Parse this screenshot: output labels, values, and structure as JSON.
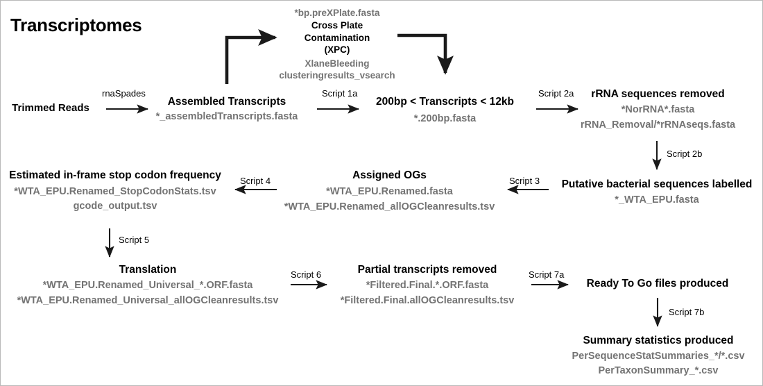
{
  "diagram": {
    "title": "Transcriptomes",
    "accent_color": "#000000",
    "file_text_color": "#737373",
    "border_color": "#b9b9b9",
    "background": "#ffffff"
  },
  "nodes": [
    {
      "id": "trimmed-reads",
      "title": "Trimmed Reads",
      "files": []
    },
    {
      "id": "assembled-transcripts",
      "title": "Assembled Transcripts",
      "files": [
        "*_assembledTranscripts.fasta"
      ]
    },
    {
      "id": "cross-plate-contamination",
      "pre_file": "*bp.preXPlate.fasta",
      "title_lines": [
        "Cross Plate",
        "Contamination",
        "(XPC)"
      ],
      "files": [
        "XlaneBleeding",
        "clusteringresults_vsearch"
      ]
    },
    {
      "id": "size-filtered-transcripts",
      "title": "200bp < Transcripts < 12kb",
      "files": [
        "*.200bp.fasta"
      ]
    },
    {
      "id": "rrna-removed",
      "title": "rRNA sequences removed",
      "files": [
        "*NorRNA*.fasta",
        "rRNA_Removal/*rRNAseqs.fasta"
      ]
    },
    {
      "id": "bacterial-labelled",
      "title": "Putative bacterial sequences labelled",
      "files": [
        "*_WTA_EPU.fasta"
      ]
    },
    {
      "id": "assigned-ogs",
      "title": "Assigned OGs",
      "files": [
        "*WTA_EPU.Renamed.fasta",
        "*WTA_EPU.Renamed_allOGCleanresults.tsv"
      ]
    },
    {
      "id": "stop-codon-frequency",
      "title": "Estimated in-frame stop codon frequency",
      "files": [
        "*WTA_EPU.Renamed_StopCodonStats.tsv",
        "gcode_output.tsv"
      ]
    },
    {
      "id": "translation",
      "title": "Translation",
      "files": [
        "*WTA_EPU.Renamed_Universal_*.ORF.fasta",
        "*WTA_EPU.Renamed_Universal_allOGCleanresults.tsv"
      ]
    },
    {
      "id": "partial-transcripts-removed",
      "title": "Partial transcripts removed",
      "files": [
        "*Filtered.Final.*.ORF.fasta",
        "*Filtered.Final.allOGCleanresults.tsv"
      ]
    },
    {
      "id": "ready-to-go",
      "title": "Ready To Go files produced",
      "files": []
    },
    {
      "id": "summary-statistics",
      "title": "Summary statistics produced",
      "files": [
        "PerSequenceStatSummaries_*/*.csv",
        "PerTaxonSummary_*.csv"
      ]
    }
  ],
  "edges": [
    {
      "id": "rnaspades",
      "label": "rnaSpades",
      "from": "trimmed-reads",
      "to": "assembled-transcripts"
    },
    {
      "id": "script-1a",
      "label": "Script 1a",
      "from": "assembled-transcripts",
      "to": "size-filtered-transcripts"
    },
    {
      "id": "xpc-out",
      "label": "",
      "from": "assembled-transcripts",
      "to": "cross-plate-contamination"
    },
    {
      "id": "xpc-in",
      "label": "",
      "from": "cross-plate-contamination",
      "to": "size-filtered-transcripts"
    },
    {
      "id": "script-2a",
      "label": "Script 2a",
      "from": "size-filtered-transcripts",
      "to": "rrna-removed"
    },
    {
      "id": "script-2b",
      "label": "Script 2b",
      "from": "rrna-removed",
      "to": "bacterial-labelled"
    },
    {
      "id": "script-3",
      "label": "Script 3",
      "from": "bacterial-labelled",
      "to": "assigned-ogs"
    },
    {
      "id": "script-4",
      "label": "Script 4",
      "from": "assigned-ogs",
      "to": "stop-codon-frequency"
    },
    {
      "id": "script-5",
      "label": "Script 5",
      "from": "stop-codon-frequency",
      "to": "translation"
    },
    {
      "id": "script-6",
      "label": "Script 6",
      "from": "translation",
      "to": "partial-transcripts-removed"
    },
    {
      "id": "script-7a",
      "label": "Script 7a",
      "from": "partial-transcripts-removed",
      "to": "ready-to-go"
    },
    {
      "id": "script-7b",
      "label": "Script 7b",
      "from": "ready-to-go",
      "to": "summary-statistics"
    }
  ]
}
